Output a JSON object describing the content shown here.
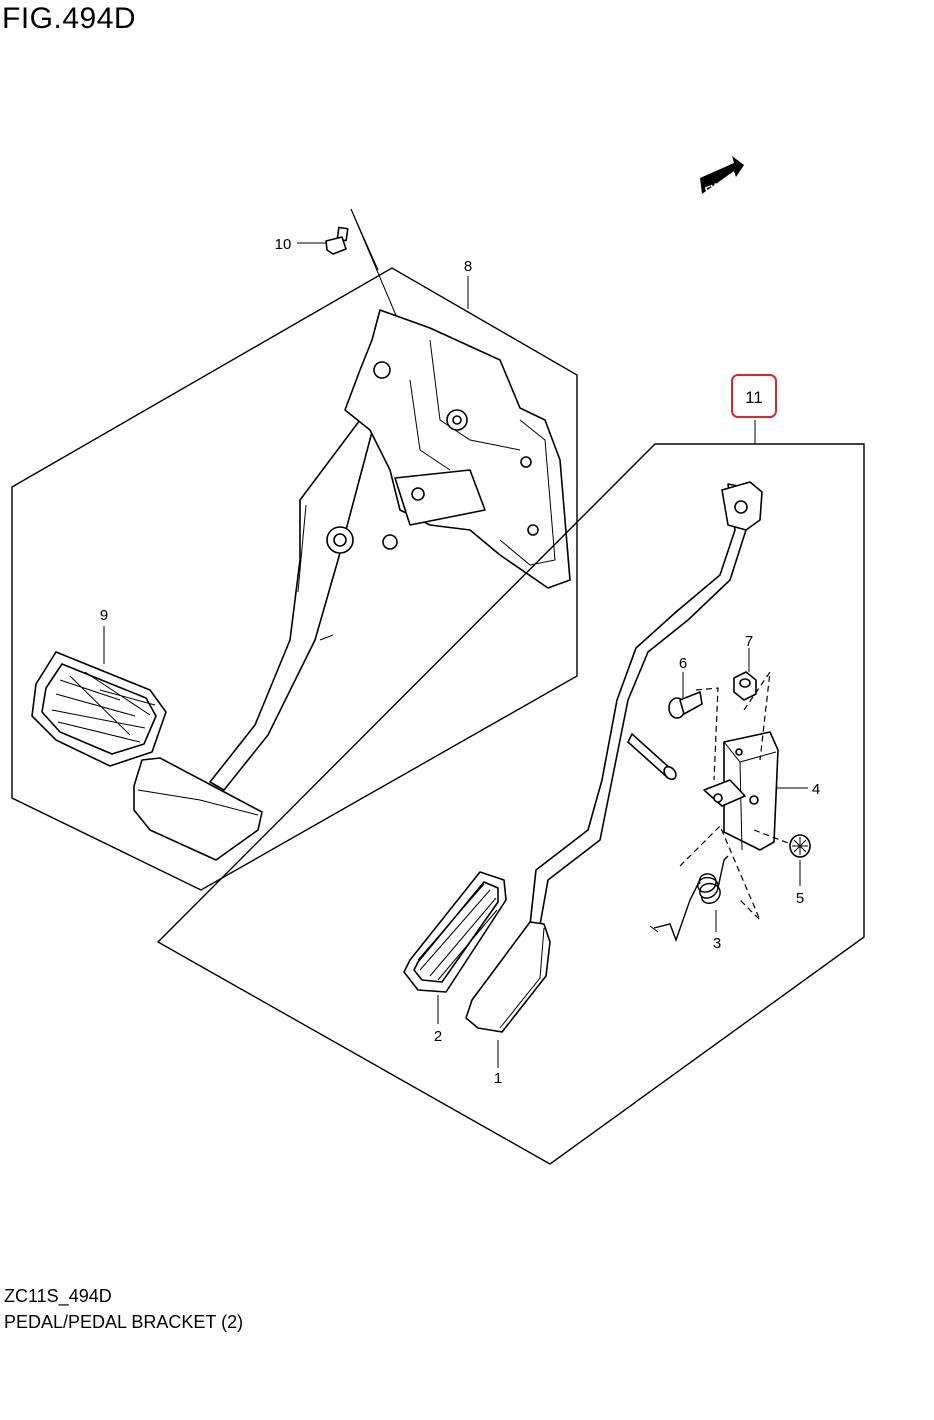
{
  "figure": {
    "title": "FIG.494D",
    "code": "ZC11S_494D",
    "name": "PEDAL/PEDAL BRACKET (2)"
  },
  "direction_badge": {
    "label": "FWD",
    "icon": "forward-arrow-icon"
  },
  "callouts": [
    "1",
    "2",
    "3",
    "4",
    "5",
    "6",
    "7",
    "8",
    "9",
    "10",
    "11"
  ],
  "highlighted_callout": "11",
  "colors": {
    "highlight": "#d9262b",
    "line": "#000000",
    "background": "#ffffff"
  }
}
